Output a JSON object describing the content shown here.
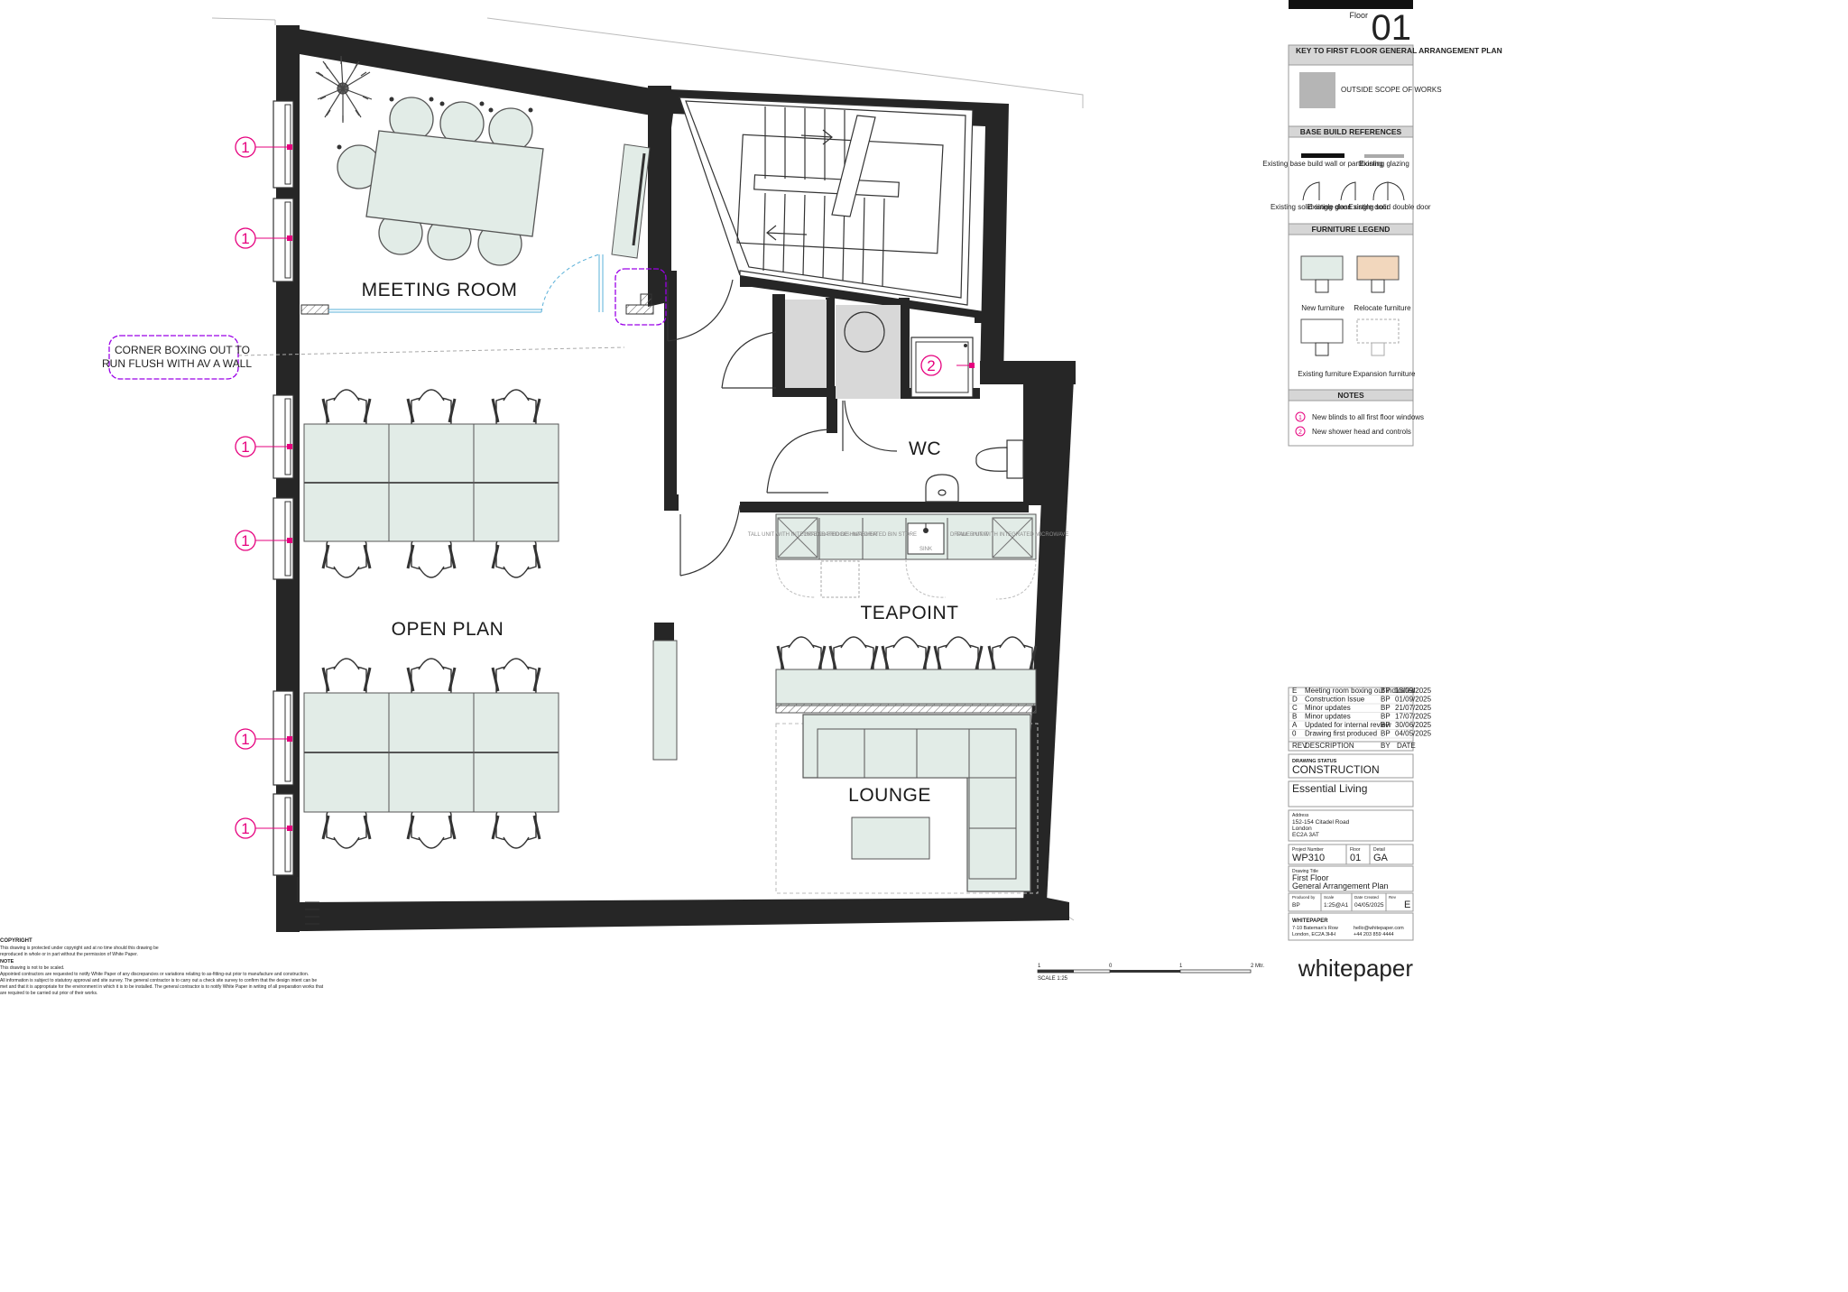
{
  "rooms": {
    "meeting_room": "MEETING ROOM",
    "open_plan": "OPEN PLAN",
    "wc": "WC",
    "teapoint": "TEAPOINT",
    "lounge": "LOUNGE"
  },
  "kitchen_units": {
    "tall_unit_left": "TALL UNIT WITH INTEGRATED FRIDGE",
    "dishwasher": "INTEGRATED DISHWASHER",
    "bin_store": "INTEGRATED BIN STORE",
    "sink": "SINK",
    "drawer": "DRAWER UNIT",
    "tall_unit_right": "TALL UNIT WITH INTEGRATED MICROWAVE"
  },
  "callout": {
    "line1": "CORNER BOXING OUT TO",
    "line2": "RUN FLUSH WITH AV A WALL"
  },
  "markers": {
    "window_note": "1",
    "shower_note": "2"
  },
  "colors": {
    "wall": "#262626",
    "new_furniture": "#e2ece7",
    "relocate_furniture": "#f2d7bd",
    "scope_grey": "#b5b5b5",
    "marker_magenta": "#e6007e",
    "callout_purple": "#9b00e8",
    "door_swing_blue": "#5ab0d8"
  },
  "title_block": {
    "floor_label": "Floor",
    "floor_number": "01",
    "key_title": "KEY TO FIRST FLOOR GENERAL ARRANGEMENT PLAN",
    "outside_scope": "OUTSIDE SCOPE OF WORKS",
    "base_build_title": "BASE BUILD REFERENCES",
    "existing_wall": "Existing base build wall or partitioning",
    "existing_glazing": "Existing glazing",
    "solid_single_door": "Existing solid single door",
    "glass_single_door": "Existing glass single door",
    "solid_double_door": "Existing solid double door",
    "furniture_title": "FURNITURE LEGEND",
    "new_furniture": "New furniture",
    "relocate_furniture": "Relocate furniture",
    "existing_furniture": "Existing furniture",
    "expansion_furniture": "Expansion furniture",
    "notes_title": "NOTES",
    "note1": "New blinds to all first floor windows",
    "note2": "New shower head and controls",
    "revisions": [
      {
        "rev": "E",
        "description": "Meeting room boxing out indicated",
        "by": "BP",
        "date": "18/09/2025"
      },
      {
        "rev": "D",
        "description": "Construction Issue",
        "by": "BP",
        "date": "01/09/2025"
      },
      {
        "rev": "C",
        "description": "Minor updates",
        "by": "BP",
        "date": "21/07/2025"
      },
      {
        "rev": "B",
        "description": "Minor updates",
        "by": "BP",
        "date": "17/07/2025"
      },
      {
        "rev": "A",
        "description": "Updated for internal review",
        "by": "BP",
        "date": "30/06/2025"
      },
      {
        "rev": "0",
        "description": "Drawing first produced",
        "by": "BP",
        "date": "04/05/2025"
      }
    ],
    "rev_head_rev": "REV",
    "rev_head_desc": "DESCRIPTION",
    "rev_head_by": "BY",
    "rev_head_date": "DATE",
    "drawing_status_label": "DRAWING STATUS",
    "drawing_status": "CONSTRUCTION",
    "client": "Essential Living",
    "address_label": "Address",
    "address1": "152-154 Citadel Road",
    "address2": "London",
    "address3": "EC2A 3AT",
    "project_number_label": "Project Number",
    "project_number": "WP310",
    "floor_small_label": "Floor",
    "floor_small": "01",
    "detail_label": "Detail",
    "detail": "GA",
    "drawing_title_label": "Drawing Title",
    "drawing_title1": "First Floor",
    "drawing_title2": "General Arrangement Plan",
    "produced_by_label": "Produced by",
    "produced_by": "BP",
    "scale_label": "Scale",
    "scale": "1:25@A1",
    "date_created_label": "Date Created",
    "date_created": "04/05/2025",
    "rev_label": "Rev",
    "rev": "E",
    "company": "WHITEPAPER",
    "company_addr1": "7-10 Bateman's Row",
    "company_addr2": "London, EC2A 3HH",
    "company_email": "hello@whitepaper.com",
    "company_phone": "+44 203 859 4444",
    "logo": "whitepaper"
  },
  "scale_bar": {
    "label": "SCALE 1:25",
    "t1": "1",
    "t0": "0",
    "t1b": "1",
    "t2": "2 Mtr."
  },
  "copyright": {
    "title": "COPYRIGHT",
    "line1": "This drawing is protected under copyright and at no time should this drawing be",
    "line2": "reproduced in whole or in part without the permission of White Paper.",
    "note_title": "NOTE",
    "n1": "This drawing is not to be scaled.",
    "n2": "Appointed contractors are requested to notify White Paper of any discrepancies or variations relating to as-fitting-out prior to manufacture and construction.",
    "n3": "All information is subject to statutory approval and site survey. The general contractor is to carry out a check site survey to confirm that the design intent can be",
    "n4": "met and that it is appropriate for the environment in which it is to be installed. The general contractor is to notify White Paper in writing of all preparation works that",
    "n5": "are required to be carried out prior of their works."
  }
}
